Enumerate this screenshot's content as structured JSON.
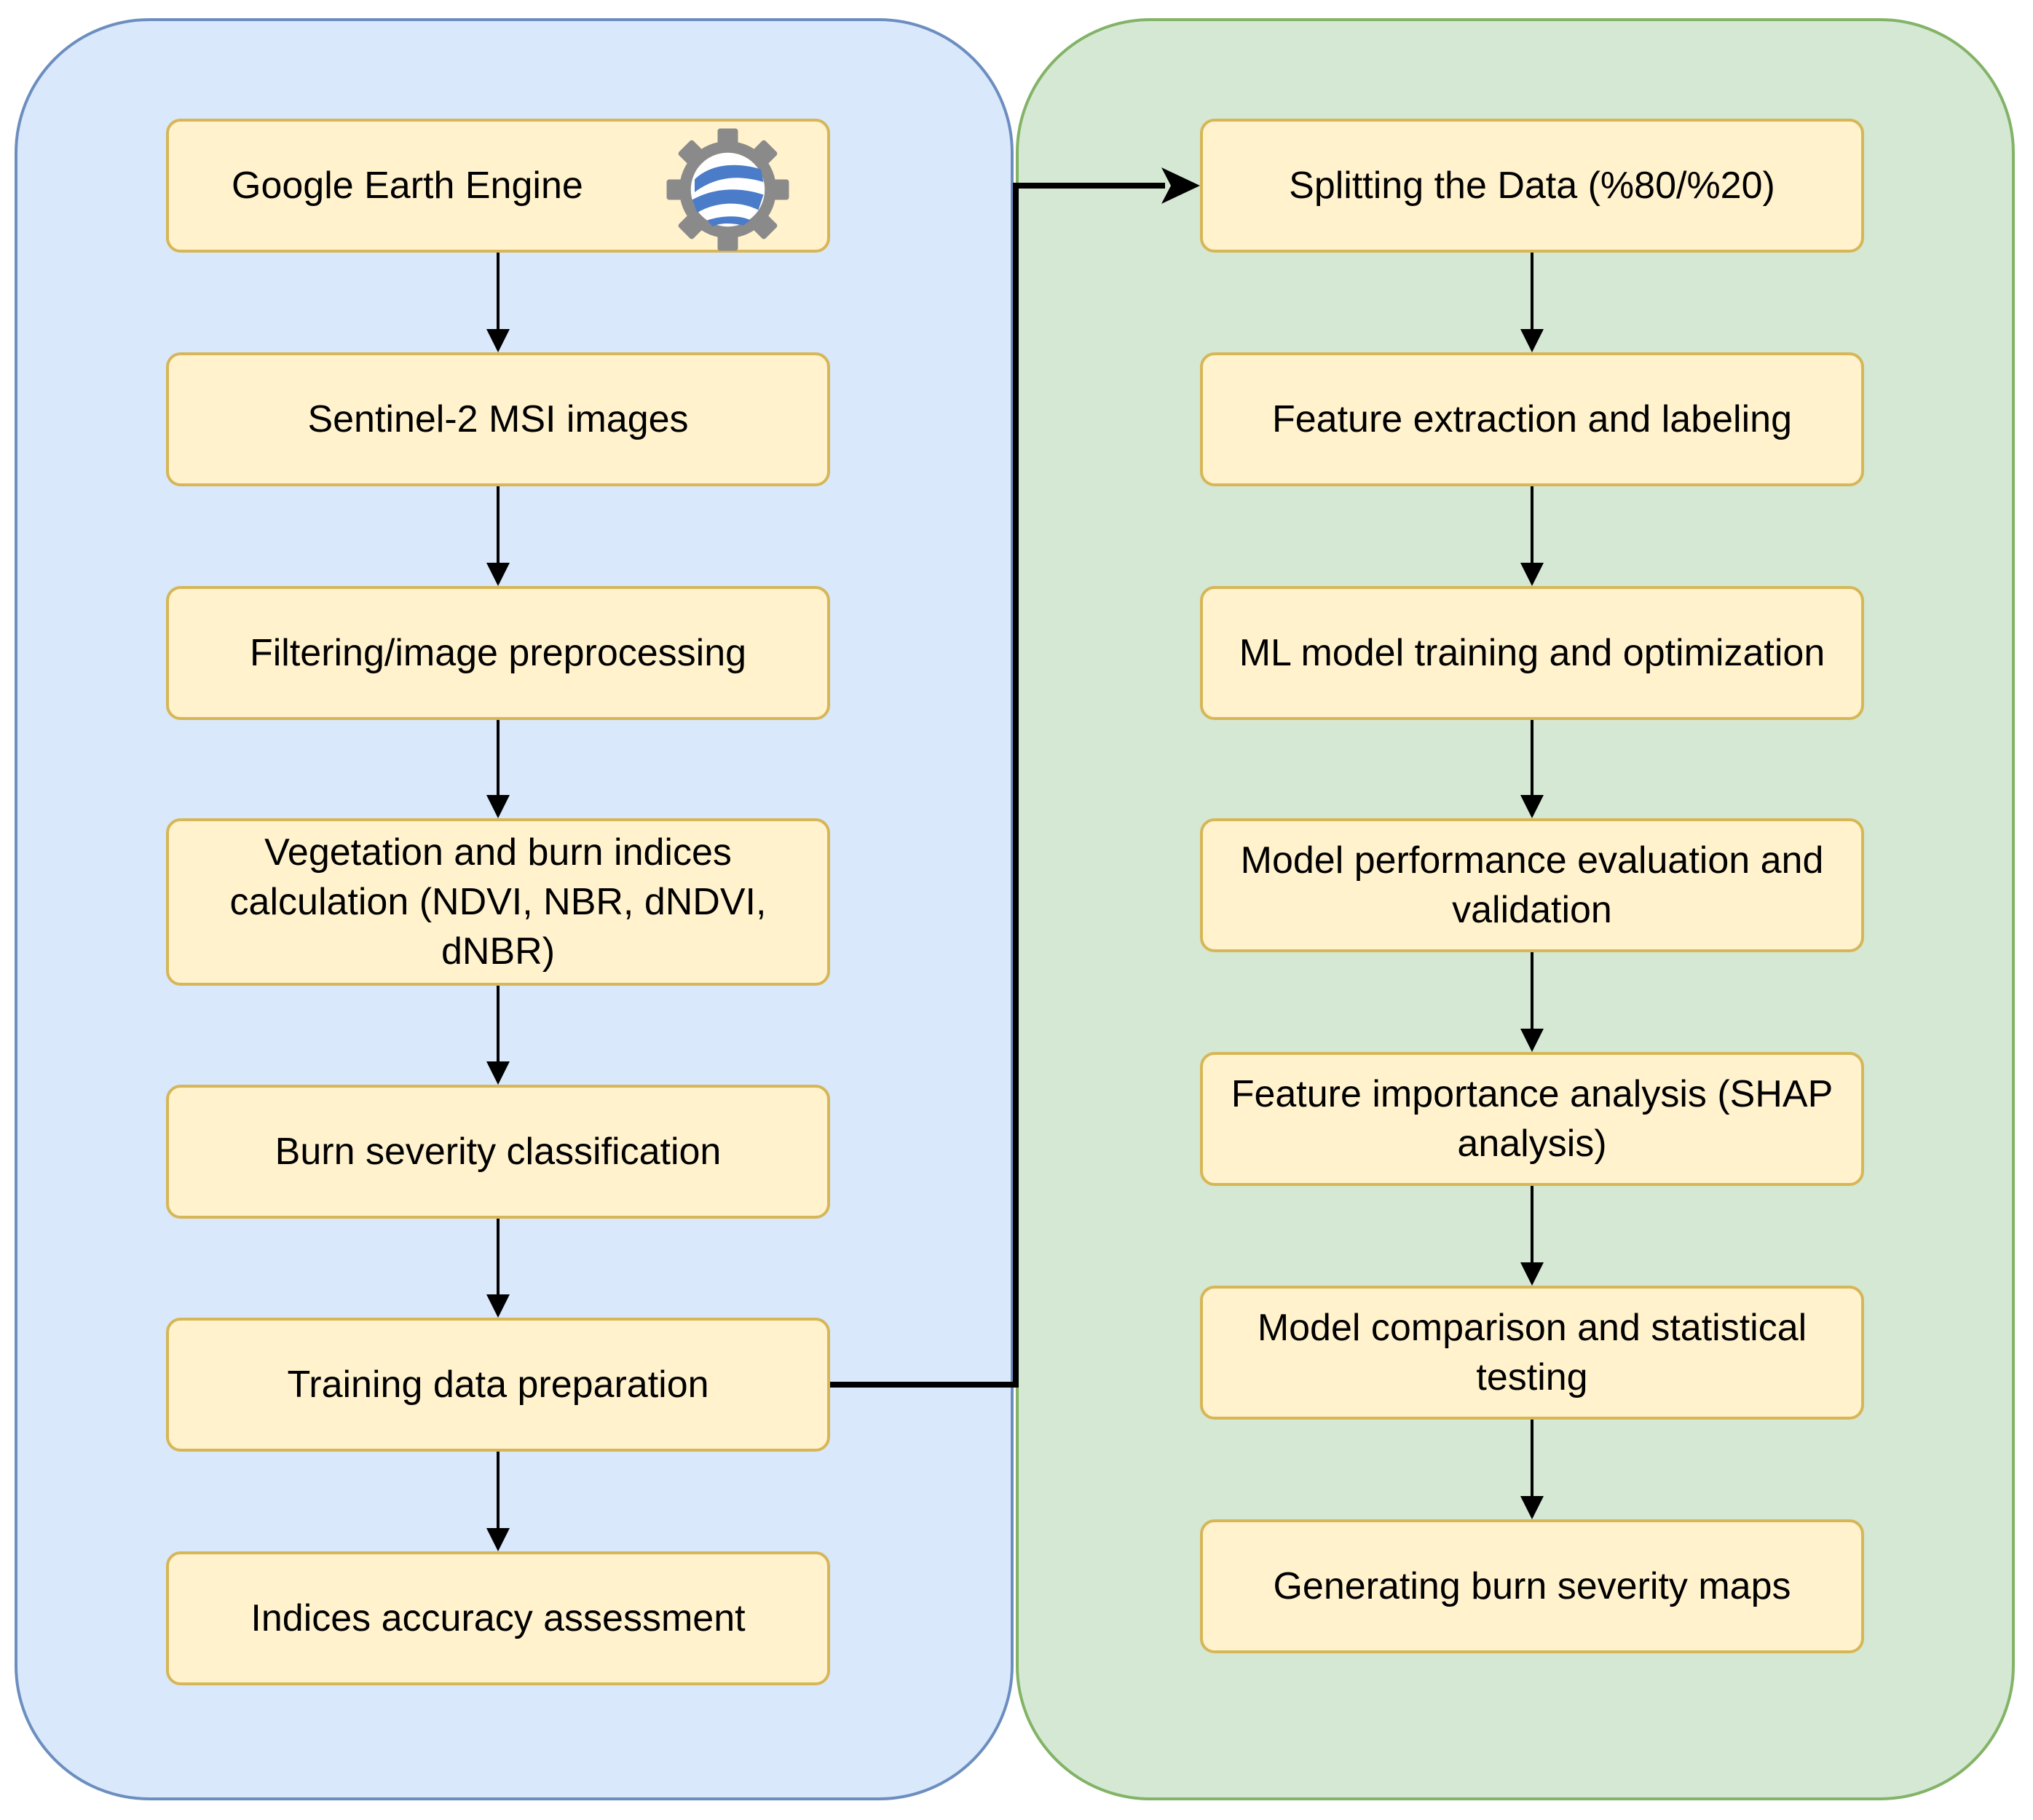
{
  "left_panel": {
    "color": "#dae8fc",
    "steps": [
      {
        "label": "Google Earth Engine",
        "icon": "google-earth-engine-icon"
      },
      {
        "label": "Sentinel-2 MSI images"
      },
      {
        "label": "Filtering/image preprocessing"
      },
      {
        "label": "Vegetation and burn indices calculation (NDVI, NBR, dNDVI, dNBR)"
      },
      {
        "label": "Burn severity classification"
      },
      {
        "label": "Training data preparation"
      },
      {
        "label": "Indices accuracy assessment"
      }
    ]
  },
  "right_panel": {
    "color": "#d5e8d4",
    "steps": [
      {
        "label": "Splitting the Data (%80/%20)"
      },
      {
        "label": "Feature extraction and labeling"
      },
      {
        "label": "ML model training and optimization"
      },
      {
        "label": "Model performance evaluation and validation"
      },
      {
        "label": "Feature importance analysis (SHAP analysis)"
      },
      {
        "label": "Model comparison and statistical testing"
      },
      {
        "label": "Generating burn severity maps"
      }
    ]
  },
  "box_style": {
    "fill": "#fff2cc",
    "border": "#d6b656"
  }
}
